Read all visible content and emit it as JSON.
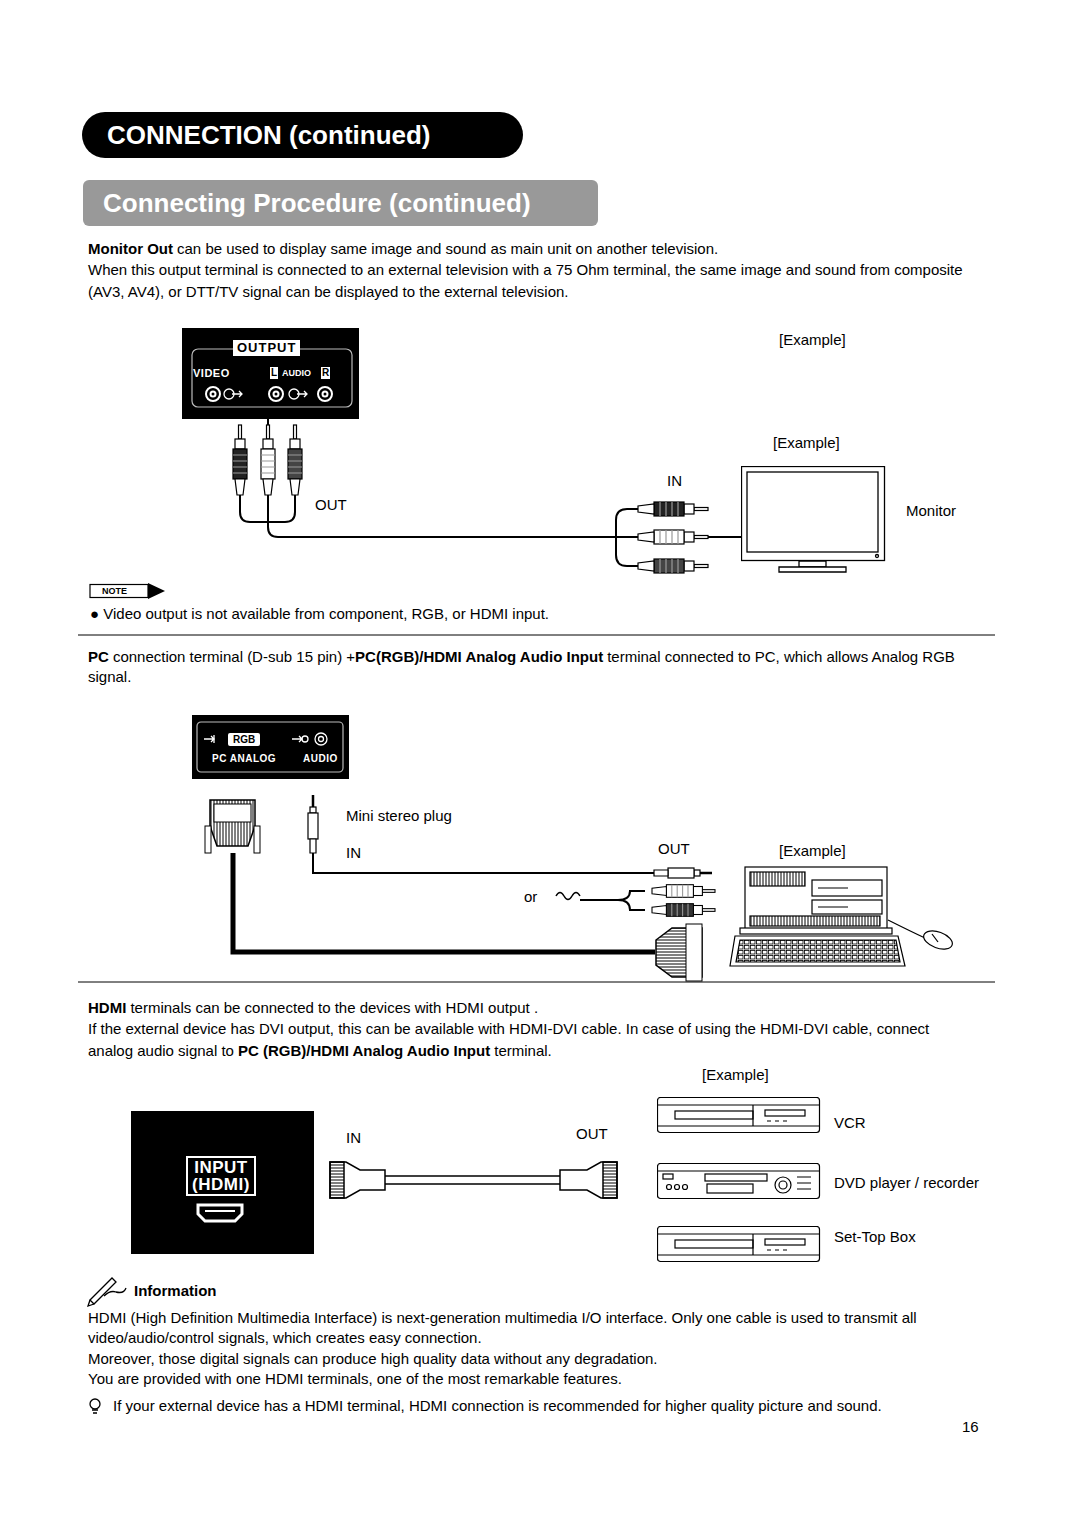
{
  "diagram": {
    "title": "CONNECTION (continued)",
    "nodes": [
      {
        "text": [
          "Connecting Procedure (continued)"
        ]
      },
      {
        "text": [
          "OUTPUT",
          "VIDEO",
          "L",
          "AUDIO",
          "R"
        ]
      },
      {
        "text": [
          "Monitor"
        ]
      },
      {
        "text": [
          "RGB",
          "PC ANALOG",
          "AUDIO"
        ]
      },
      {
        "text": [
          "INPUT (HDMI)"
        ]
      },
      {
        "text": [
          "VCR"
        ]
      },
      {
        "text": [
          "DVD player / recorder"
        ]
      },
      {
        "text": [
          "Set-Top Box"
        ]
      }
    ],
    "edges": [
      {
        "from": 1,
        "to": 2,
        "arrow": "none"
      }
    ],
    "labels": [
      "Monitor Out",
      "can be used to display same image and sound as main unit on another television.",
      "When this output terminal is connected to an external television with a 75 Ohm terminal, the same image and sound from composite (AV3, AV4), or DTT/TV signal can be displayed to the external television.",
      "[Example]",
      "[Example]",
      "OUT",
      "IN",
      "NOTE",
      "● Video output is not available from component, RGB, or HDMI input.",
      "PC",
      "connection terminal (D-sub 15 pin) +",
      "PC(RGB)/HDMI Analog Audio Input",
      "terminal connected to PC, which allows Analog RGB signal.",
      "Mini stereo plug",
      "IN",
      "OUT",
      "[Example]",
      "or",
      "HDMI",
      "terminals can be connected to the devices with HDMI output .",
      "If the external device has DVI output, this can be available with HDMI-DVI cable. In case of using the HDMI-DVI cable, connect analog audio signal to",
      "PC (RGB)/HDMI Analog Audio Input",
      "terminal.",
      "[Example]",
      "IN",
      "OUT",
      "Information",
      "HDMI (High Definition Multimedia Interface) is next-generation multimedia I/O interface. Only one cable is used to transmit all video/audio/control signals, which creates easy connection.",
      "Moreover, those digital signals can produce high quality data without any degradation.",
      "You are provided with one HDMI terminals, one of the most remarkable features.",
      "If your external device has a HDMI terminal, HDMI connection is recommended for higher quality picture and sound.",
      "16"
    ]
  }
}
